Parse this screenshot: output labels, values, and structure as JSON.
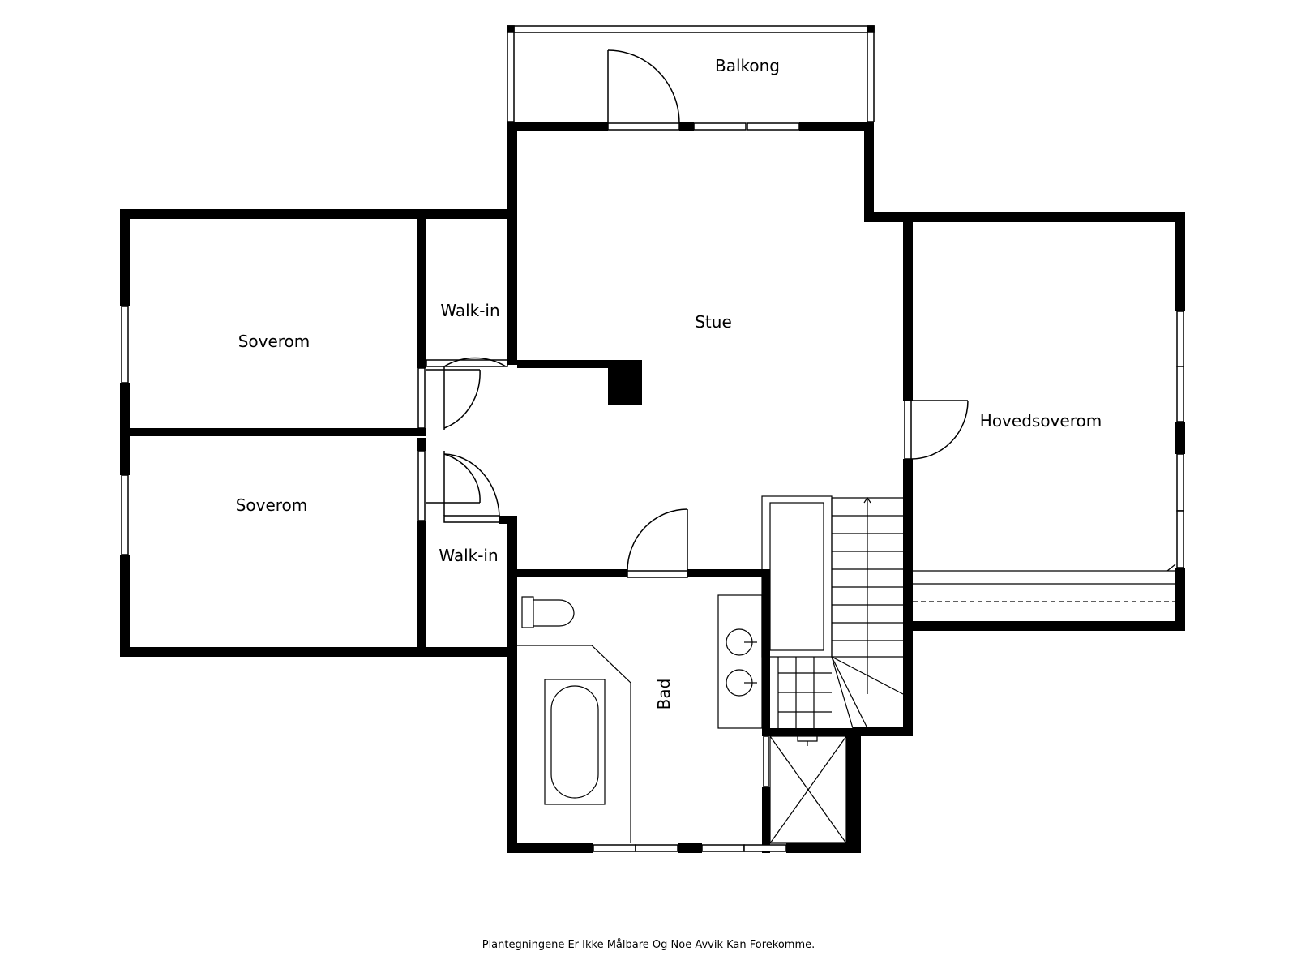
{
  "rooms": {
    "balkong": "Balkong",
    "stue": "Stue",
    "soverom_top": "Soverom",
    "soverom_bottom": "Soverom",
    "walkin_top": "Walk-in",
    "walkin_bottom": "Walk-in",
    "hovedsoverom": "Hovedsoverom",
    "bad": "Bad"
  },
  "disclaimer": "Plantegningene Er Ikke Målbare Og Noe Avvik Kan Forekomme.",
  "colors": {
    "wall": "#000000",
    "background": "#ffffff"
  }
}
